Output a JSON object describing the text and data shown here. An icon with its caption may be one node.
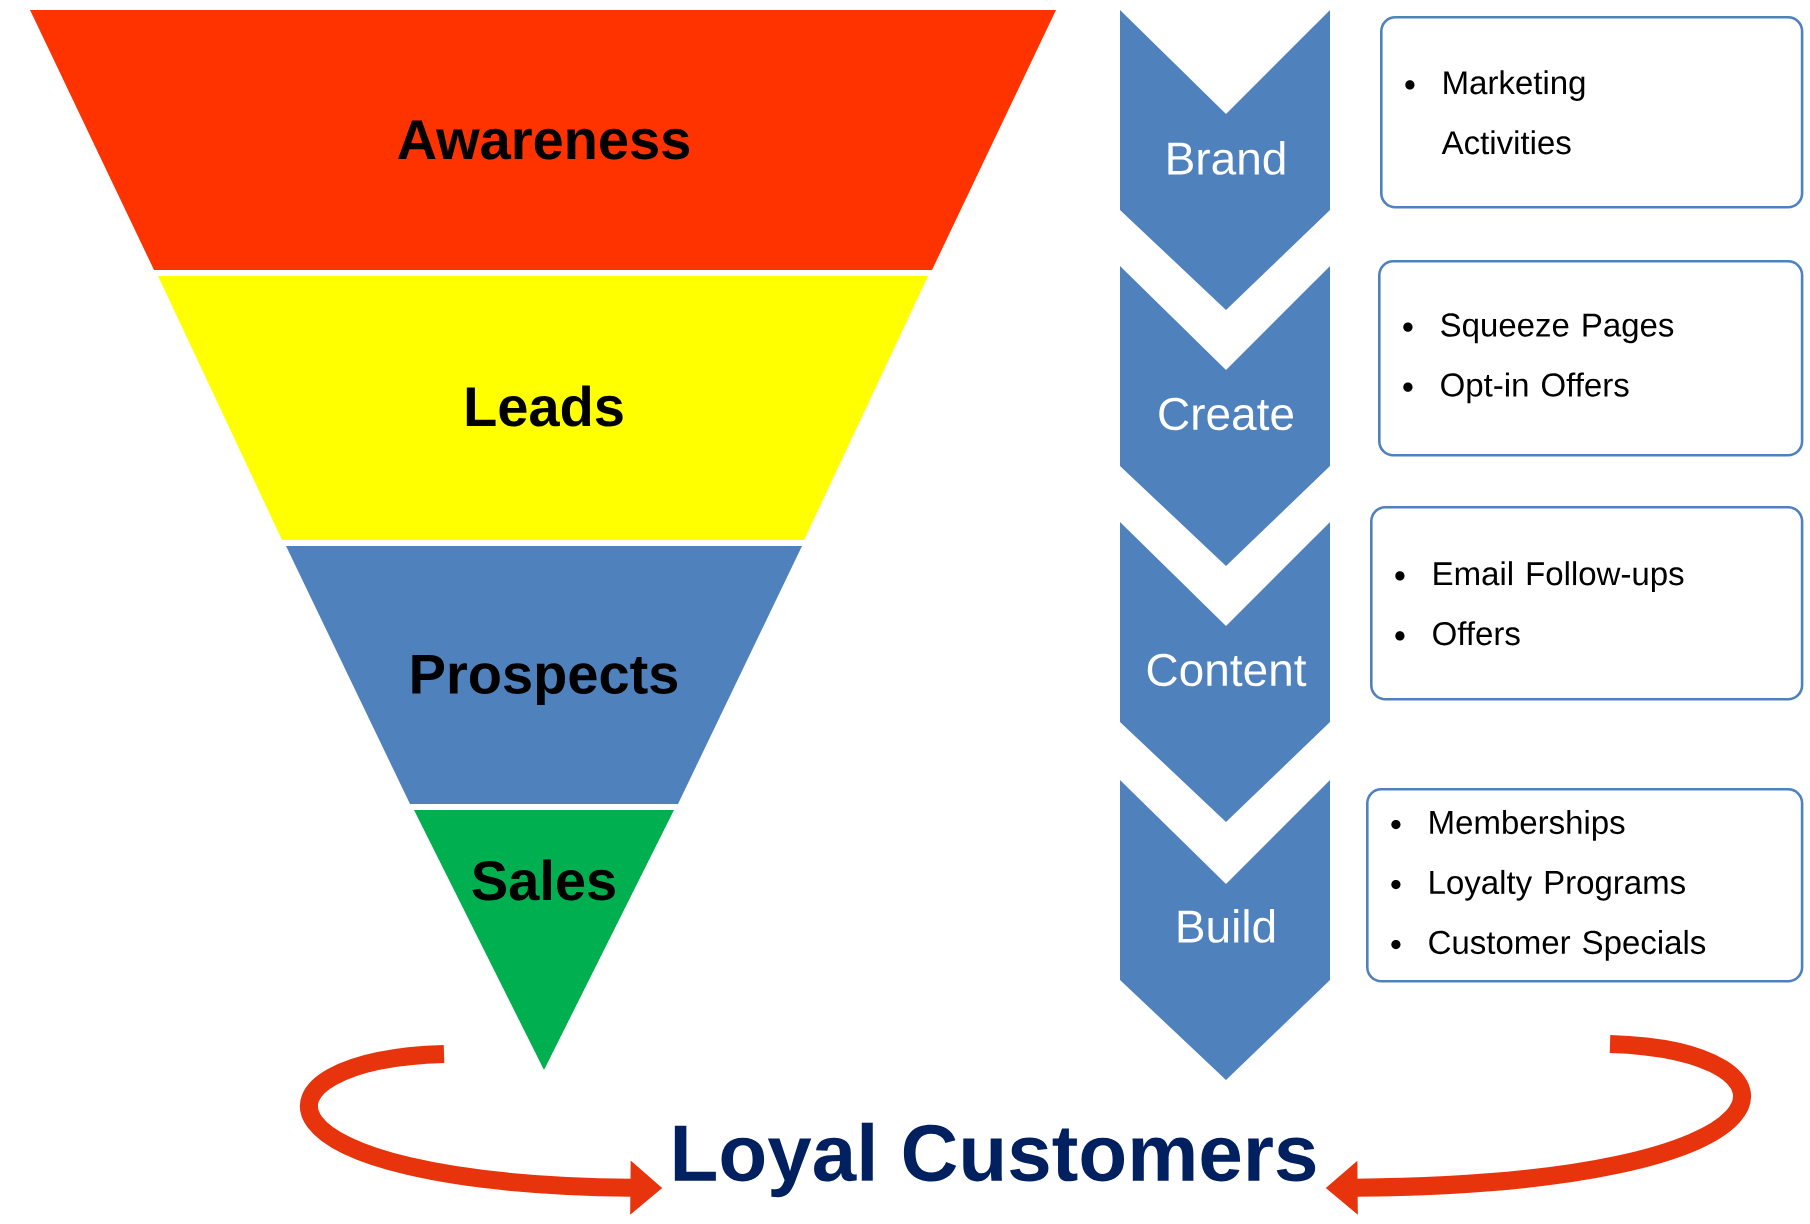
{
  "diagram": {
    "nodes": [
      {
        "text": [
          "Awareness"
        ]
      },
      {
        "text": [
          "Leads"
        ]
      },
      {
        "text": [
          "Prospects"
        ]
      },
      {
        "text": [
          "Sales"
        ]
      },
      {
        "text": [
          "Brand"
        ]
      },
      {
        "text": [
          "Marketing Activities"
        ]
      },
      {
        "text": [
          "Create"
        ]
      },
      {
        "text": [
          "Squeeze Pages",
          "Opt-in Offers"
        ]
      },
      {
        "text": [
          "Content"
        ]
      },
      {
        "text": [
          "Email Follow-ups",
          "Offers"
        ]
      },
      {
        "text": [
          "Build"
        ]
      },
      {
        "text": [
          "Memberships",
          "Loyalty Programs",
          "Customer Specials"
        ]
      },
      {
        "text": [
          "Loyal Customers"
        ]
      }
    ],
    "edges": [
      {
        "from": null,
        "to": 12,
        "arrow": "to"
      },
      {
        "from": null,
        "to": 12,
        "arrow": "to"
      }
    ]
  }
}
